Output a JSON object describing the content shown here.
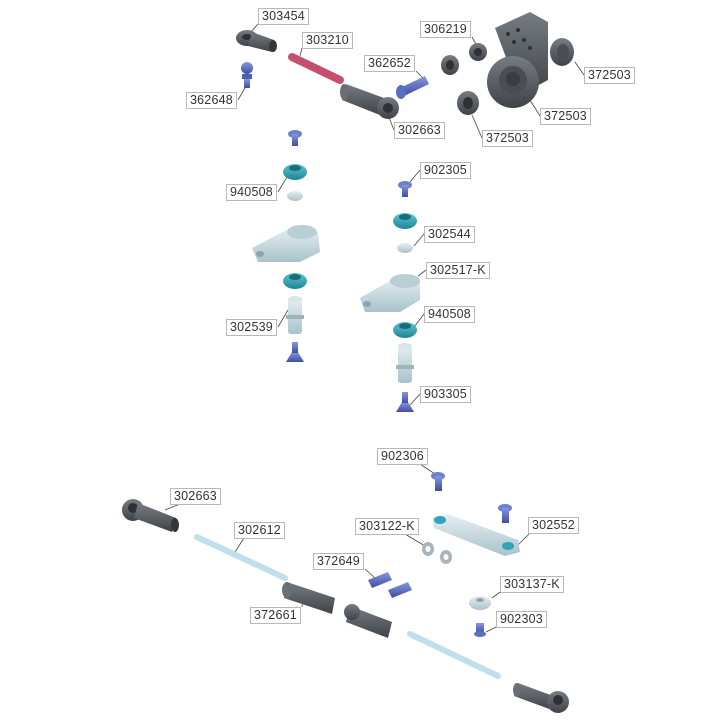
{
  "diagram_title": "",
  "colors": {
    "dark_part": "#555a5f",
    "rod_red": "#c4506e",
    "stud_blue": "#5a6fc4",
    "ring_teal": "#2fa5b5",
    "light_part": "#c9dde3",
    "light_rod": "#bfe0ea"
  },
  "labels": [
    "303454",
    "303210",
    "306219",
    "372503",
    "362652",
    "362648",
    "302663",
    "372503",
    "372503",
    "940508",
    "902305",
    "302544",
    "302517-K",
    "302539",
    "940508",
    "903305",
    "902306",
    "302663",
    "302612",
    "303122-K",
    "302552",
    "372649",
    "303137-K",
    "372661",
    "902303"
  ]
}
